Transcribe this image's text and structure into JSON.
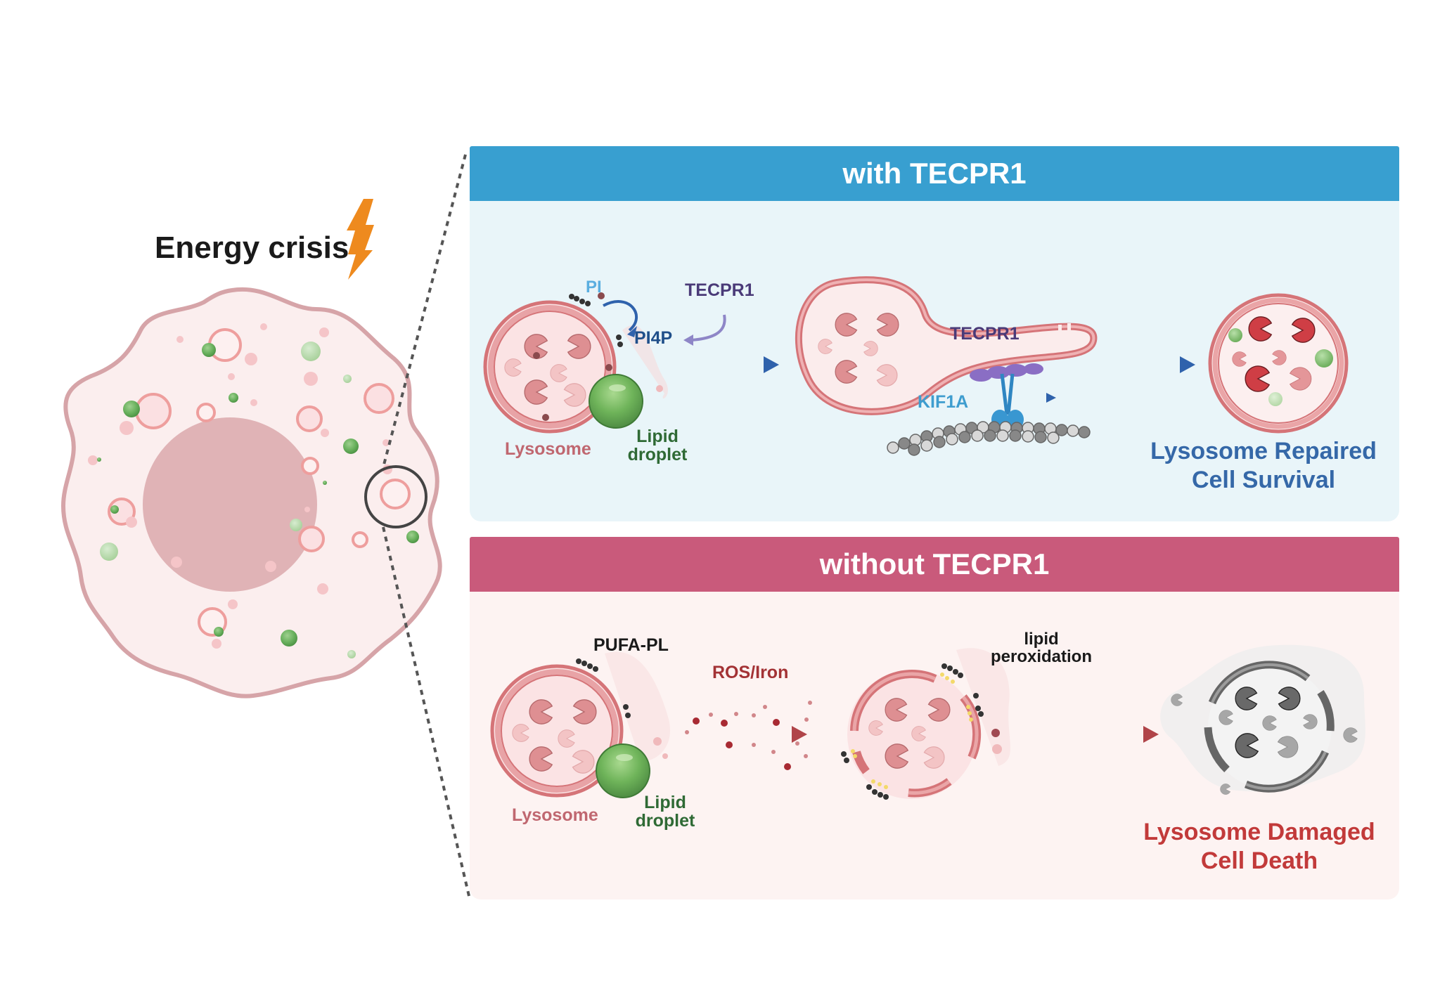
{
  "colors": {
    "with_header": "#389fd0",
    "with_body": "#e9f5f9",
    "without_header": "#c95a7b",
    "without_body": "#fdf3f2",
    "lightning": "#ee8a1e",
    "lysosome_label": "#c06770",
    "lipid_label": "#2f6a35",
    "pi_label": "#5aaee0",
    "pi4p_label": "#1f4f8a",
    "tecpr1_label": "#4a3a78",
    "kif1a_label": "#3e9dcf",
    "outcome_good": "#3568a8",
    "outcome_bad": "#c23a3a",
    "ros_label": "#a33235",
    "black_label": "#1a1a1a",
    "arrow_blue": "#2f62ac",
    "arrow_red": "#b04449"
  },
  "left": {
    "title": "Energy crisis",
    "icon": "lightning-bolt-icon"
  },
  "with_panel": {
    "header": "with TECPR1",
    "labels": {
      "pi": "PI",
      "pi4p": "PI4P",
      "tecpr1_top": "TECPR1",
      "lysosome": "Lysosome",
      "lipid_line1": "Lipid",
      "lipid_line2": "droplet",
      "tecpr1_tubule": "TECPR1",
      "kif1a": "KIF1A",
      "outcome_line1": "Lysosome Repaired",
      "outcome_line2": "Cell Survival"
    }
  },
  "without_panel": {
    "header": "without TECPR1",
    "labels": {
      "pufa": "PUFA-PL",
      "ros": "ROS/Iron",
      "lysosome": "Lysosome",
      "lipid_line1": "Lipid",
      "lipid_line2": "droplet",
      "perox_line1": "lipid",
      "perox_line2": "peroxidation",
      "outcome_line1": "Lysosome Damaged",
      "outcome_line2": "Cell Death"
    }
  }
}
